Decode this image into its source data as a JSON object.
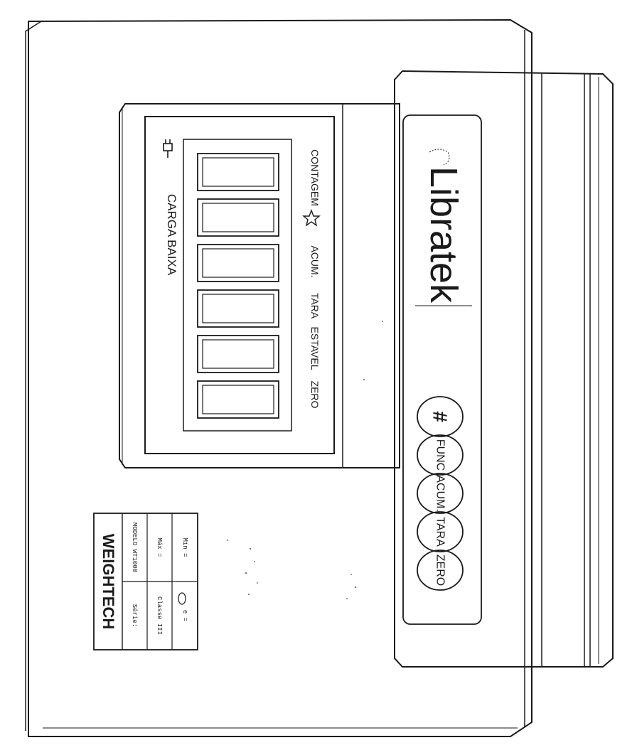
{
  "display": {
    "low_battery_label": "CARGA BAIXA",
    "low_battery_icon": "plug-icon",
    "digit_count": 6,
    "indicators": [
      "CONTAGEM",
      "ACUM.",
      "TARA",
      "ESTAVEL",
      "ZERO"
    ],
    "star_icon": "star-icon"
  },
  "keypad": {
    "brand": "Libratek",
    "keys": [
      "ZERO",
      "TARA",
      "ACUM.",
      "FUNC",
      "#"
    ]
  },
  "nameplate": {
    "brand": "WEIGHTECH",
    "rows": [
      {
        "label": "MODELO WT1000",
        "value": "Série:"
      },
      {
        "label": "Máx =",
        "value": "Classe III"
      },
      {
        "label": "Mín =",
        "value": "e ="
      }
    ]
  }
}
